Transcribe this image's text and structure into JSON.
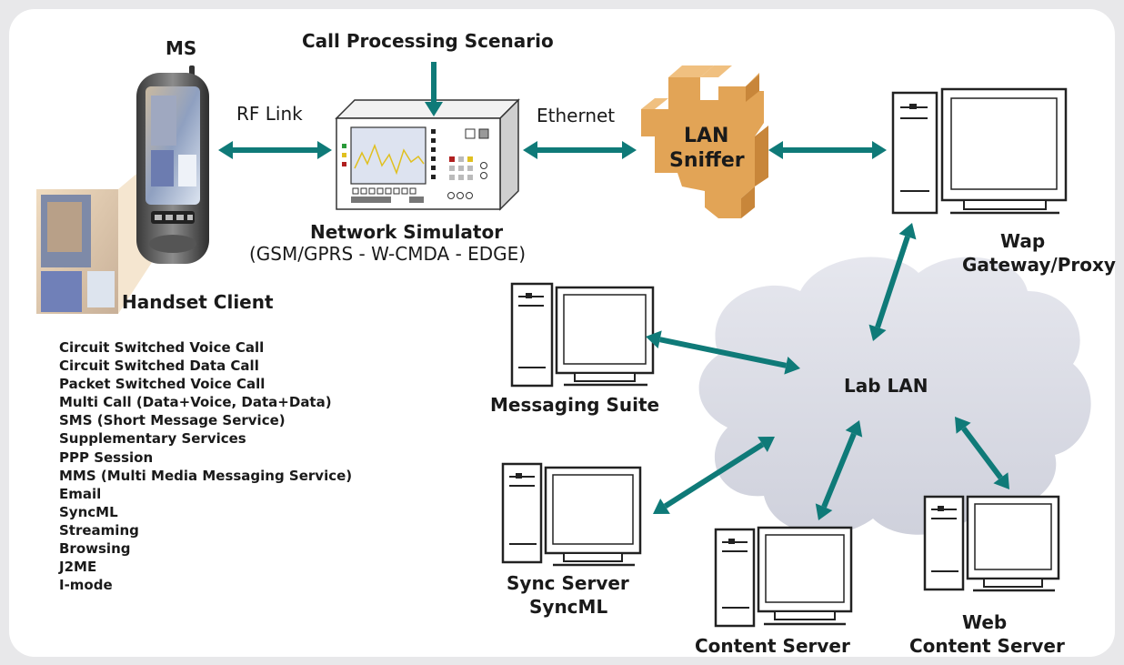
{
  "title": "Call Processing Scenario",
  "nodes": {
    "ms": "MS",
    "handset_client": "Handset Client",
    "network_simulator": "Network Simulator",
    "network_simulator_sub": "(GSM/GPRS - W-CMDA - EDGE)",
    "lan_sniffer_1": "LAN",
    "lan_sniffer_2": "Sniffer",
    "wap_1": "Wap",
    "wap_2": "Gateway/Proxy",
    "lab_lan": "Lab LAN",
    "messaging_suite": "Messaging Suite",
    "sync_server_1": "Sync Server",
    "sync_server_2": "SyncML",
    "content_server": "Content Server",
    "web_1": "Web",
    "web_2": "Content Server"
  },
  "links": {
    "rf_link": "RF Link",
    "ethernet": "Ethernet"
  },
  "services": [
    "Circuit Switched Voice Call",
    "Circuit Switched Data Call",
    "Packet Switched Voice Call",
    "Multi Call (Data+Voice, Data+Data)",
    "SMS (Short Message Service)",
    "Supplementary Services",
    "PPP Session",
    "MMS (Multi Media Messaging Service)",
    "Email",
    "SyncML",
    "Streaming",
    "Browsing",
    "J2ME",
    "I-mode"
  ],
  "colors": {
    "arrow": "#0f7a78",
    "sniffer": "#e0a050",
    "cloud": "#d9dbe4"
  }
}
